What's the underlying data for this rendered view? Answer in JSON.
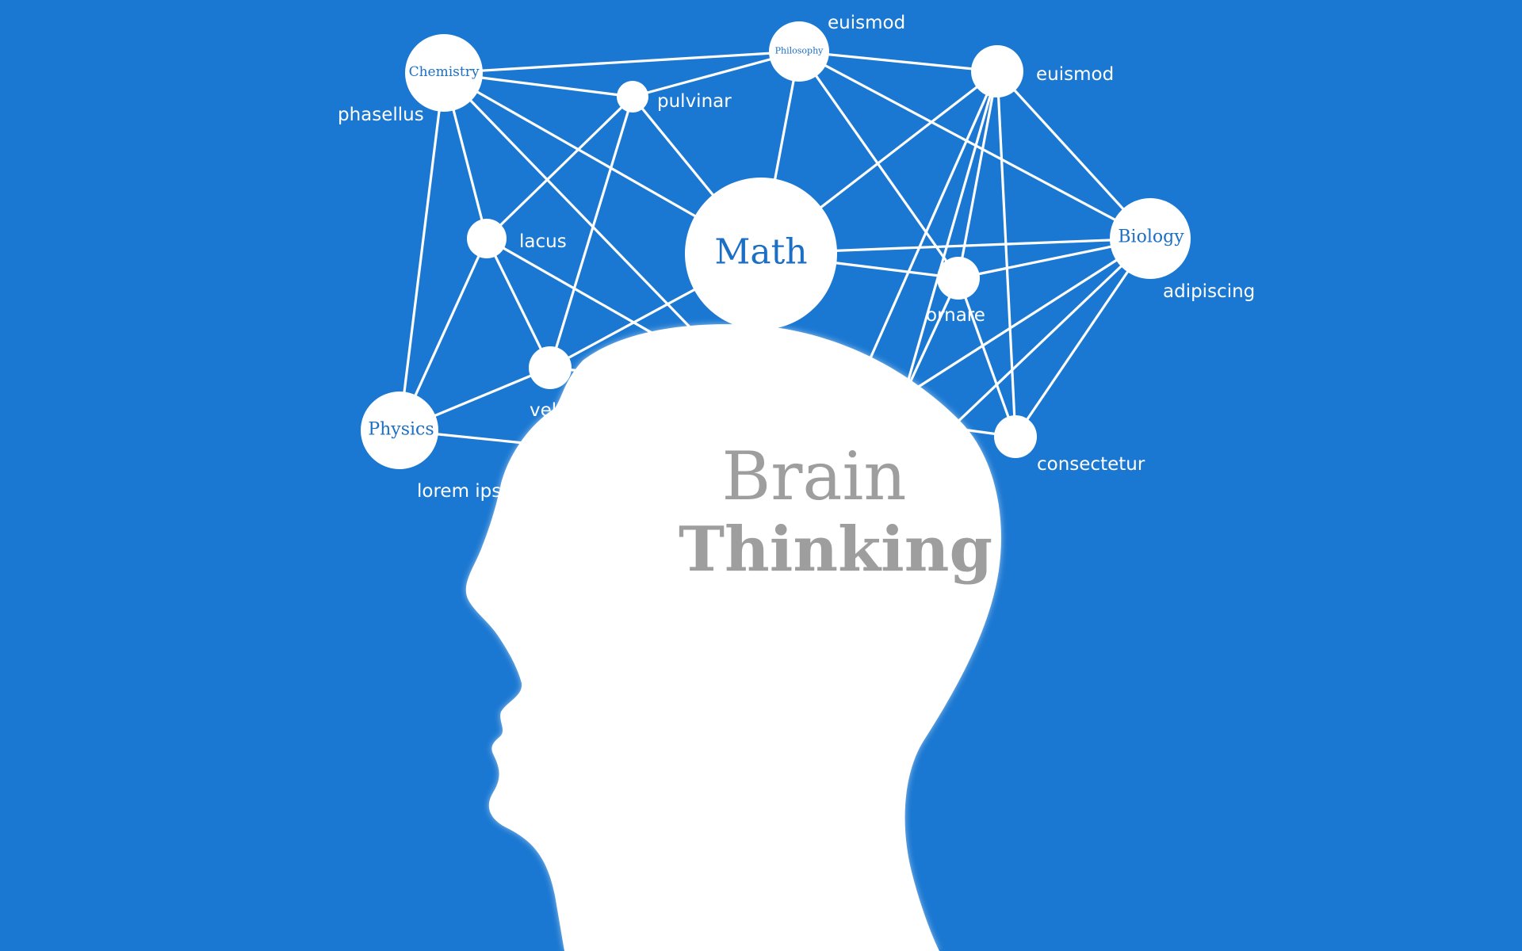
{
  "colors": {
    "background": "#1b78d2",
    "node_text": "#1b6fc4",
    "title_text": "#9e9e9e",
    "foreground": "#ffffff"
  },
  "head_title": {
    "line1": "Brain",
    "line2": "Thinking"
  },
  "nodes": {
    "chemistry": "Chemistry",
    "philosophy": "Philosophy",
    "math": "Math",
    "biology": "Biology",
    "physics": "Physics"
  },
  "words": {
    "euismod_top": "euismod",
    "euismod_right": "euismod",
    "phasellus": "phasellus",
    "pulvinar": "pulvinar",
    "lacus": "lacus",
    "ornare": "ornare",
    "adipiscing": "adipiscing",
    "velit": "velit",
    "consectetur": "consectetur",
    "lorem_ipsum": "lorem ipsum"
  }
}
